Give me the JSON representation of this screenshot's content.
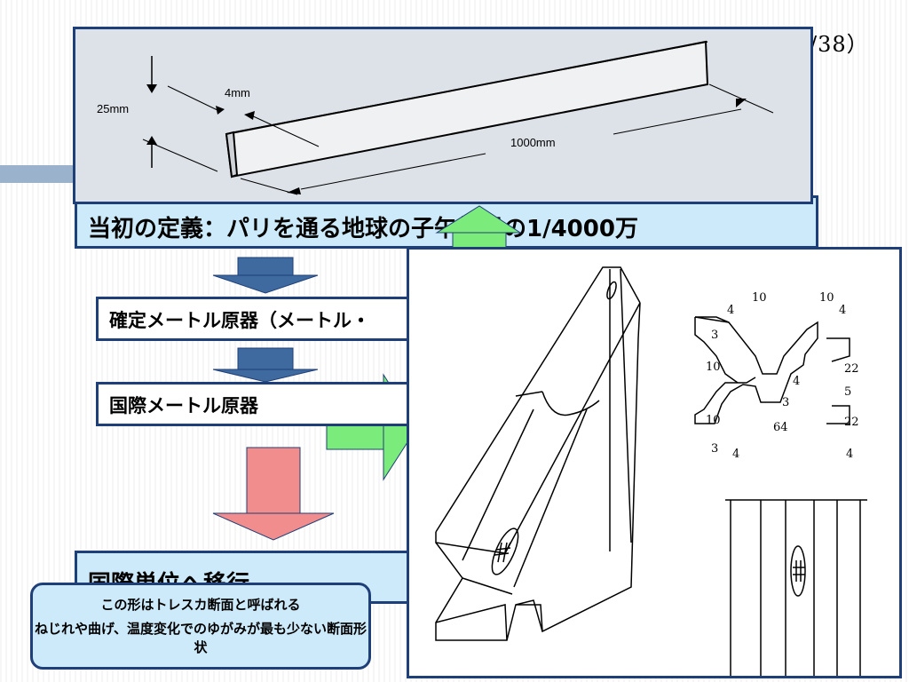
{
  "page_number": "/38）",
  "photo": {
    "dim_height": "25mm",
    "dim_width": "4mm",
    "dim_length": "1000mm"
  },
  "definition_bar": "当初の定義：パリを通る地球の子午線長の1/4000万",
  "steps": {
    "step1": "確定メートル原器（メートル・",
    "step2": "国際メートル原器",
    "step3": "国際単位へ移行"
  },
  "callout": {
    "line1": "この形はトレスカ断面と呼ばれる",
    "line2": "ねじれや曲げ、温度変化でのゆがみが最も少ない断面形状"
  },
  "drawing_dims": {
    "d10a": "10",
    "d10b": "10",
    "d4a": "4",
    "d4b": "4",
    "d3a": "3",
    "d10c": "10",
    "d22a": "22",
    "d4c": "4",
    "d5": "5",
    "d3b": "3",
    "d10d": "10",
    "d64": "64",
    "d22b": "22",
    "d3c": "3",
    "d4d": "4",
    "d4e": "4"
  },
  "colors": {
    "accent_blue": "#1f3f78",
    "bar_fill": "#cdeafa",
    "arrow_blue": "#3e6aa0",
    "arrow_red": "#f28d8d",
    "arrow_green": "#7bec7b"
  }
}
